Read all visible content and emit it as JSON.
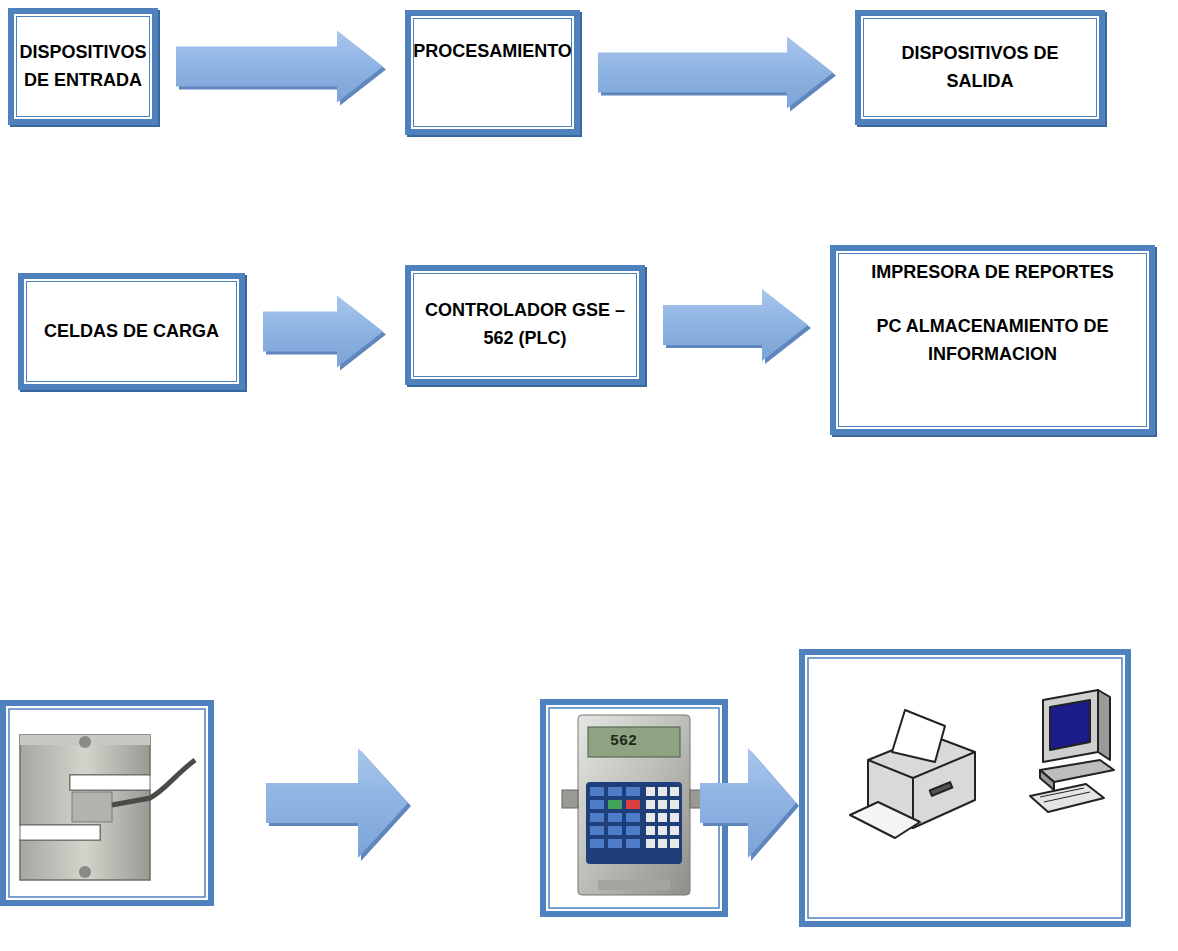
{
  "diagram": {
    "nodes": [
      {
        "text": [
          "DISPOSITIVOS DE ENTRADA"
        ]
      },
      {
        "text": [
          "PROCESAMIENTO"
        ]
      },
      {
        "text": [
          "DISPOSITIVOS DE SALIDA"
        ]
      },
      {
        "text": [
          "CELDAS DE CARGA"
        ]
      },
      {
        "text": [
          "CONTROLADOR GSE – 562 (PLC)"
        ]
      },
      {
        "text": [
          "IMPRESORA DE REPORTES",
          "PC ALMACENAMIENTO DE INFORMACION"
        ]
      }
    ],
    "edges": [
      {
        "from": 0,
        "to": 1,
        "arrow": "to"
      },
      {
        "from": 1,
        "to": 2,
        "arrow": "to"
      },
      {
        "from": 3,
        "to": 4,
        "arrow": "to"
      },
      {
        "from": 4,
        "to": 5,
        "arrow": "to"
      }
    ],
    "labels": [
      "562"
    ]
  }
}
